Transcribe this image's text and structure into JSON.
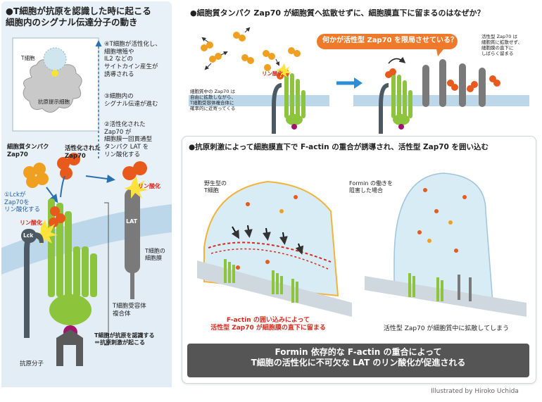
{
  "left": {
    "title": "●T細胞が抗原を認識した時に起こる\n細胞内のシグナル伝達分子の動き",
    "t_cell_label": "T細胞",
    "apc_label": "抗原提示細胞",
    "step4": "④T細胞が活性化し、\n細胞増殖や\nIL2 などの\nサイトカイン産生が\n誘導される",
    "step3": "③細胞内の\nシグナル伝達が進む",
    "step2": "②活性化された\nZap70 が\n細胞膜一回貫通型\nタンパク LAT を\nリン酸化する",
    "zap70_cyto_label": "細胞質タンパク\nZap70",
    "zap70_active_label": "活性化された\nZap70",
    "step1": "①Lckが\nZap70を\nリン酸化する",
    "phos_label_1": "リン酸化",
    "phos_label_2": "リン酸化",
    "lck_label": "Lck",
    "lat_label": "LAT",
    "membrane_label": "T細胞の\n細胞膜",
    "tcr_label": "T細胞受容体\n複合体",
    "recognition_label": "T細胞が抗原を認識する\n＝抗原刺激が起こる",
    "antigen_label": "抗原分子"
  },
  "right_top": {
    "title": "●細胞質タンパク Zap70 が細胞質へ拡散せずに、細胞膜直下に留まるのはなぜか？",
    "question_bubble": "何かが活性型 Zap70 を限局させている？",
    "phos_label": "リン酸化",
    "free_diffusion_note": "細胞質中の Zap70 は\n自由に拡散しながら、\nT細胞受容体複合体に\n確率的に近寄ってくる",
    "stays_note": "活性型 Zap70 は\n細胞質に拡散せず、\n細胞膜の直下に\nしばらく留まる"
  },
  "right_bottom": {
    "title": "●抗原刺激によって細胞膜直下で F-actin の重合が誘導され、活性型 Zap70 を囲い込む",
    "wildtype_label": "野生型の\nT細胞",
    "formin_inhibited_label": "Formin の働きを\n阻害した場合",
    "wildtype_caption": "F-actin の囲い込みによって\n活性型 Zap70 が細胞膜の直下に留まる",
    "inhibited_caption": "活性型 Zap70 が細胞質中に拡散してしまう",
    "conclusion": "Formin 依存的な F-actin の重合によって\nT細胞の活性化に不可欠な LAT のリン酸化が促進される"
  },
  "credit": "Illustrated by Hiroko Uchida",
  "colors": {
    "zap70_inactive": "#f0a020",
    "zap70_active": "#e85a1c",
    "tcr_green": "#8cc43c",
    "lck_grey": "#4d5a63",
    "lat_grey": "#7a7a7a",
    "membrane_blue": "#bcd6ea",
    "red_text": "#d42a1e",
    "phospho_yellow": "#ffe23b",
    "conclusion_bg": "#555555",
    "bubble_orange": "#f07a2c"
  }
}
